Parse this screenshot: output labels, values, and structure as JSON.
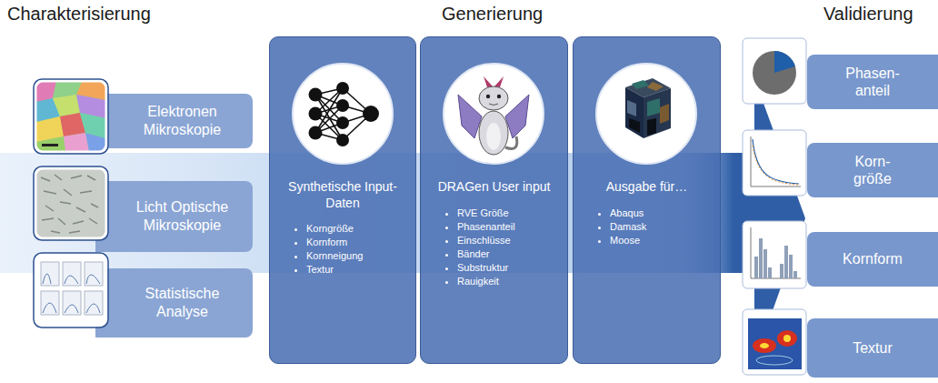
{
  "diagram": {
    "nodes": [
      {
        "text": [
          "Elektronen Mikroskopie"
        ]
      },
      {
        "text": [
          "Licht Optische Mikroskopie"
        ]
      },
      {
        "text": [
          "Statistische Analyse"
        ]
      },
      {
        "text": [
          "Synthetische Input-Daten",
          "Korngröße",
          "Kornform",
          "Kornneigung",
          "Textur"
        ]
      },
      {
        "text": [
          "DRAGen User input",
          "RVE Größe",
          "Phasenanteil",
          "Einschlüsse",
          "Bänder",
          "Substruktur",
          "Rauigkeit"
        ]
      },
      {
        "text": [
          "Ausgabe für…",
          "Abaqus",
          "Damask",
          "Moose"
        ]
      },
      {
        "text": [
          "Phasen- anteil"
        ]
      },
      {
        "text": [
          "Korn- größe"
        ]
      },
      {
        "text": [
          "Kornform"
        ]
      },
      {
        "text": [
          "Textur"
        ]
      }
    ],
    "labels": [
      "Charakterisierung",
      "Generierung",
      "Validierung"
    ]
  }
}
